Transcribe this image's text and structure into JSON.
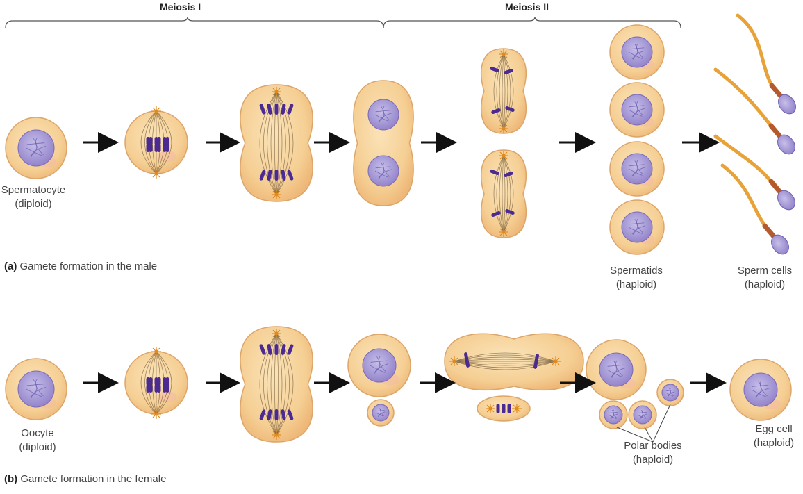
{
  "header": {
    "meiosis_1": "Meiosis I",
    "meiosis_2": "Meiosis II"
  },
  "male": {
    "start_label_line1": "Spermatocyte",
    "start_label_line2": "(diploid)",
    "caption_letter": "(a)",
    "caption_text": "Gamete formation in the male",
    "spermatids_line1": "Spermatids",
    "spermatids_line2": "(haploid)",
    "sperm_line1": "Sperm cells",
    "sperm_line2": "(haploid)"
  },
  "female": {
    "start_label_line1": "Oocyte",
    "start_label_line2": "(diploid)",
    "caption_letter": "(b)",
    "caption_text": "Gamete formation in the female",
    "polar_line1": "Polar bodies",
    "polar_line2": "(haploid)",
    "egg_line1": "Egg cell",
    "egg_line2": "(haploid)"
  },
  "colors": {
    "cytoplasm": "#f7d29a",
    "cytoplasm_edge": "#e2ad67",
    "nucleus": "#a99bd6",
    "chromosome": "#4b2a91",
    "centrosome": "#e08b22",
    "sperm_tail": "#e8a23a",
    "sperm_midpiece": "#b45a2c",
    "arrow": "#111111"
  }
}
